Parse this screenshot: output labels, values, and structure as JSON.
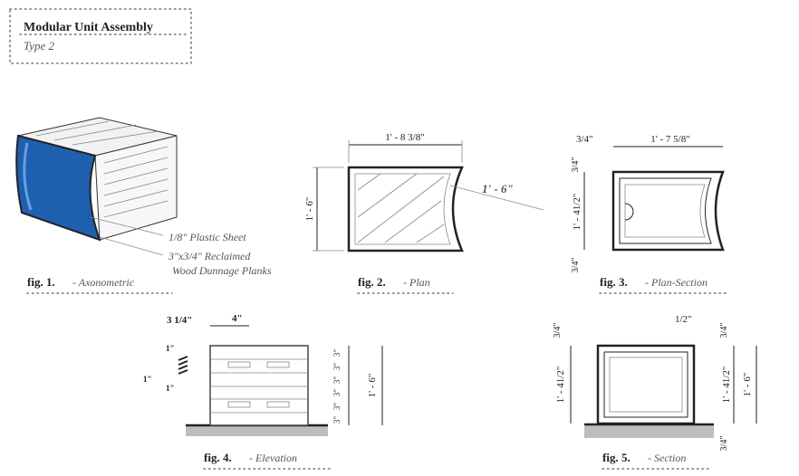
{
  "title_block": {
    "title": "Modular Unit Assembly",
    "subtitle": "Type 2"
  },
  "figures": [
    {
      "number": "fig. 1.",
      "name": "- Axonometric",
      "callouts": [
        "1/8\" Plastic Sheet",
        "3\"x3/4\" Reclaimed",
        "Wood Dunnage Planks"
      ]
    },
    {
      "number": "fig. 2.",
      "name": "- Plan",
      "dims": {
        "width": "1' - 8 3/8\"",
        "height": "1' - 6\"",
        "radius": "1' - 6\""
      }
    },
    {
      "number": "fig. 3.",
      "name": "- Plan-Section",
      "dims": {
        "wall_top": "3/4\"",
        "width": "1' - 7 5/8\"",
        "wall_left_top": "3/4\"",
        "inner": "1' - 41/2\"",
        "wall_left_bottom": "3/4\""
      }
    },
    {
      "number": "fig. 4.",
      "name": "- Elevation",
      "dims": {
        "slot_offset": "3 1/4\"",
        "slot_width": "4\"",
        "gap_a": "1\"",
        "gap_b": "1\"",
        "gap_c": "1\"",
        "plank": "3\"",
        "height": "1' - 6\""
      }
    },
    {
      "number": "fig. 5.",
      "name": "- Section",
      "dims": {
        "sheet": "1/2\"",
        "wall_left": "3/4\"",
        "inner_left": "1' - 41/2\"",
        "wall_right_top": "3/4\"",
        "inner_right": "1' - 41/2\"",
        "height": "1' - 6\"",
        "wall_right_bottom": "3/4\""
      }
    }
  ],
  "colors": {
    "plastic_sheet": "#1f5fb0",
    "ground": "#bdbdbd",
    "ink": "#222222"
  }
}
